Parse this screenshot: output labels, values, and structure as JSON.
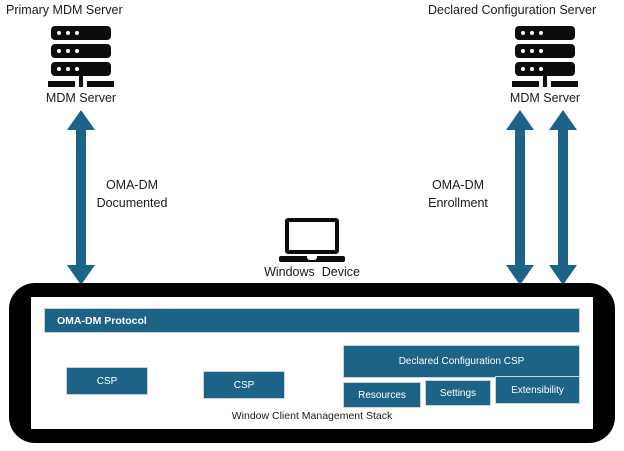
{
  "diagram": {
    "title": "Windows MDM / Declared Configuration architecture",
    "accent_color": "#1c6387",
    "icon_color": "#0d0d0d",
    "panel_color": "#000000"
  },
  "left_server": {
    "title": "Primary MDM Server",
    "icon": "server-rack-icon",
    "caption": "MDM Server"
  },
  "right_server": {
    "title": "Declared Configuration Server",
    "icon": "server-rack-icon",
    "caption": "MDM Server"
  },
  "device": {
    "icon": "laptop-icon",
    "caption": "Windows  Device"
  },
  "connections": [
    {
      "name": "left-connection",
      "label_line1": "OMA-DM",
      "label_line2": "Documented",
      "arrows": 1,
      "double_headed": true
    },
    {
      "name": "right-connection",
      "label_line1": "OMA-DM",
      "label_line2": "Enrollment",
      "arrows": 2,
      "double_headed": true
    }
  ],
  "stack": {
    "protocol_bar": "OMA-DM Protocol",
    "caption": "Window Client Management Stack",
    "csp_boxes": [
      {
        "label": "CSP"
      },
      {
        "label": "CSP"
      }
    ],
    "declared_configuration": {
      "header": "Declared Configuration CSP",
      "children": [
        {
          "label": "Resources"
        },
        {
          "label": "Settings"
        },
        {
          "label": "Extensibility"
        }
      ]
    }
  }
}
